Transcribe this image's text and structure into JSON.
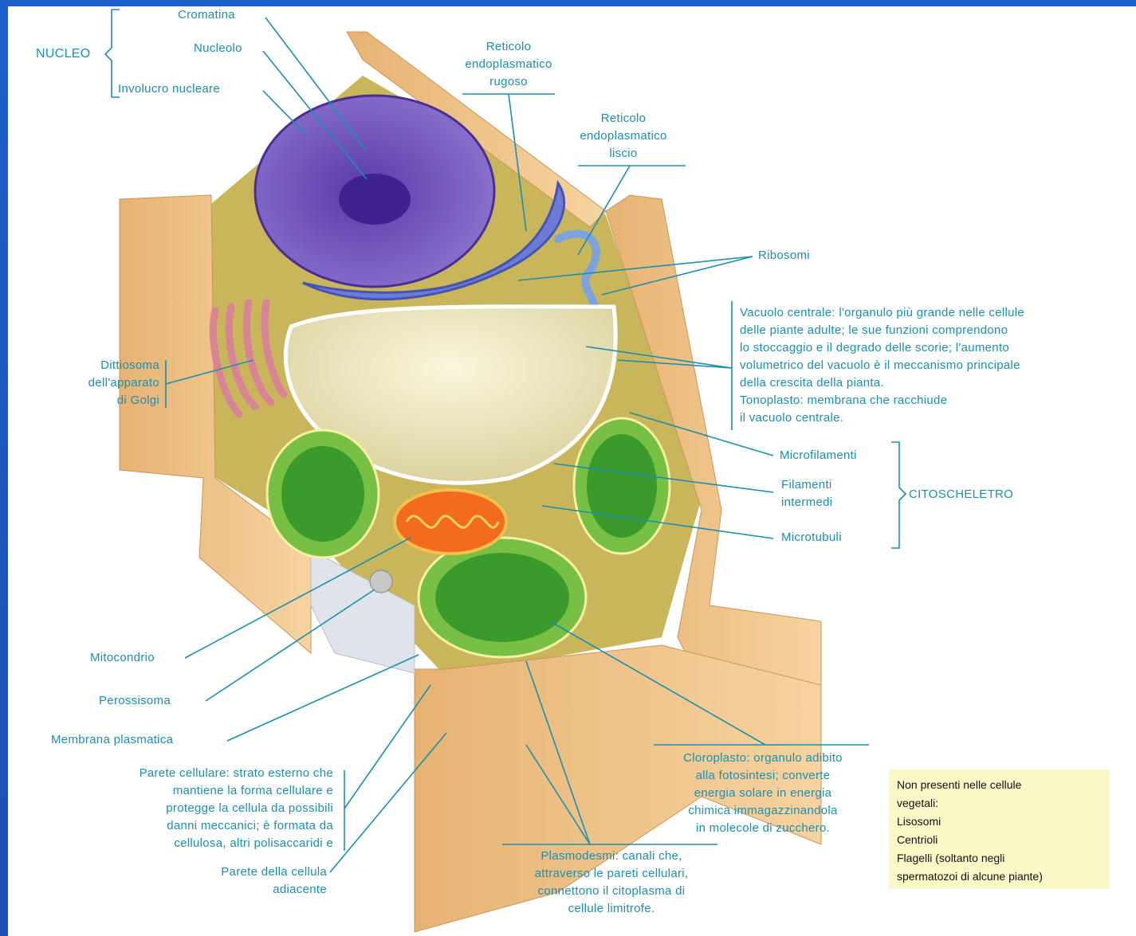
{
  "labels": {
    "nucleo": "NUCLEO",
    "cromatina": "Cromatina",
    "nucleolo": "Nucleolo",
    "involucro": "Involucro nucleare",
    "rer": [
      "Reticolo",
      "endoplasmatico",
      "rugoso"
    ],
    "ser": [
      "Reticolo",
      "endoplasmatico",
      "liscio"
    ],
    "ribosomi": "Ribosomi",
    "vacuolo": [
      "Vacuolo centrale: l'organulo più grande nelle cellule",
      "delle piante adulte; le sue funzioni comprendono",
      "lo stoccaggio e il degrado delle scorie; l'aumento",
      "volumetrico del vacuolo è il meccanismo principale",
      "della crescita della pianta.",
      "Tonoplasto: membrana che racchiude",
      "il vacuolo centrale."
    ],
    "dittiosoma": [
      "Dittiosoma",
      "dell'apparato",
      "di Golgi"
    ],
    "microfilamenti": "Microfilamenti",
    "filamenti": [
      "Filamenti",
      "intermedi"
    ],
    "microtubuli": "Microtubuli",
    "citoscheletro": "CITOSCHELETRO",
    "mitocondrio": "Mitocondrio",
    "perossisoma": "Perossisoma",
    "membrana": "Membrana plasmatica",
    "parete": [
      "Parete cellulare: strato esterno che",
      "mantiene la forma cellulare e",
      "protegge la cellula da possibili",
      "danni meccanici; è formata da",
      "cellulosa, altri polisaccaridi e"
    ],
    "parete_adiacente": [
      "Parete della cellula",
      "adiacente"
    ],
    "cloroplasto": [
      "Cloroplasto: organulo adibito",
      "alla fotosintesi; converte",
      "energia solare in energia",
      "chimica immagazzinandola",
      "in molecole di zucchero."
    ],
    "plasmodesmi": [
      "Plasmodesmi: canali che,",
      "attraverso le pareti cellulari,",
      "connettono il citoplasma di",
      "cellule limitrofe."
    ]
  },
  "note": {
    "title": [
      "Non presenti nelle cellule",
      "vegetali:"
    ],
    "items": [
      "Lisosomi",
      "Centrioli",
      "Flagelli (soltanto negli",
      "spermatozoi di alcune piante)"
    ]
  },
  "colors": {
    "accent": "#1b8fb0",
    "nucleus": "#6a4fb3",
    "wall": "#f3c98f",
    "chloroplast": "#4fb43a",
    "mitochondrion": "#f26b1f",
    "golgi": "#d98496",
    "vacuole": "#f3e9b8",
    "background": "#1d5fc9"
  }
}
